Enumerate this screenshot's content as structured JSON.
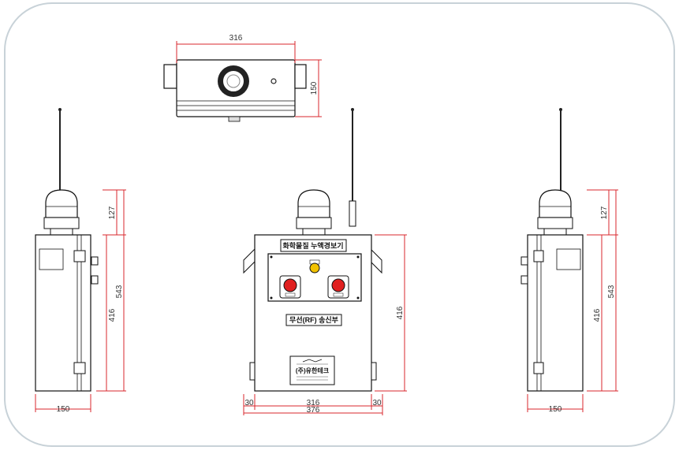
{
  "dimensions": {
    "top_width": "316",
    "top_depth": "150",
    "side_width": "150",
    "lamp_height": "127",
    "total_height": "543",
    "body_height": "416",
    "front_body_height": "416",
    "front_left_margin": "30",
    "front_body_width": "316",
    "front_right_margin": "30",
    "front_total_width": "376",
    "right_lamp_height": "127",
    "right_total_height": "543",
    "right_body_height": "416",
    "right_width": "150"
  },
  "front_panel": {
    "title": "화학물질 누액경보기",
    "subtitle": "무선(RF) 송신부",
    "company": "(주)유한테크",
    "button_left_label": "",
    "button_right_label": ""
  },
  "colors": {
    "dimension_line": "#d9272e",
    "outline": "#111111",
    "lamp_light": "#f2c200",
    "button_red": "#e02020",
    "frame_border": "#c8d2d8"
  }
}
